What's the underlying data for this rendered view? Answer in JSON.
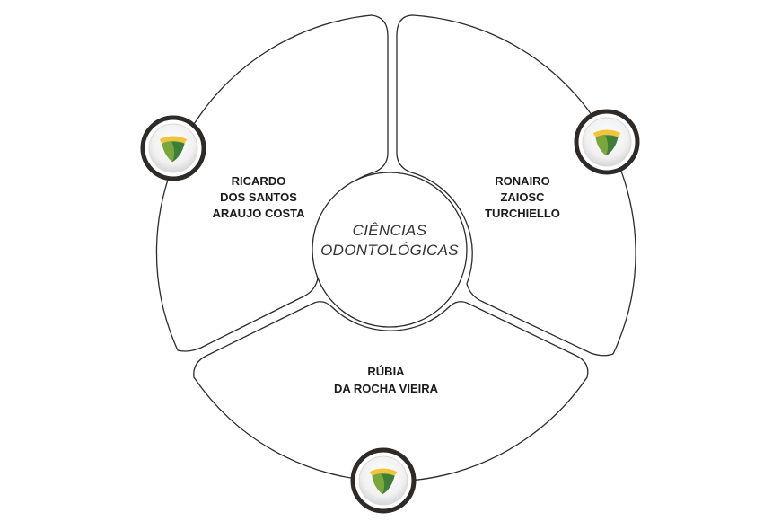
{
  "center": {
    "line1": "CIÊNCIAS",
    "line2": "ODONTOLÓGICAS"
  },
  "segments": [
    {
      "lines": [
        "RICARDO",
        "DOS SANTOS",
        "ARAUJO COSTA"
      ]
    },
    {
      "lines": [
        "RONAIRO",
        "ZAIOSC",
        "TURCHIELLO"
      ]
    },
    {
      "lines": [
        "RÚBIA",
        "DA ROCHA VIEIRA"
      ]
    }
  ],
  "colors": {
    "outline": "#2b2b2b",
    "badge_ring": "#2d2a28",
    "logo_yellow": "#f2c43a",
    "logo_green": "#7aa63c",
    "logo_dark_green": "#3f7d3a"
  },
  "icons": [
    "shield-logo-icon",
    "shield-logo-icon",
    "shield-logo-icon"
  ]
}
